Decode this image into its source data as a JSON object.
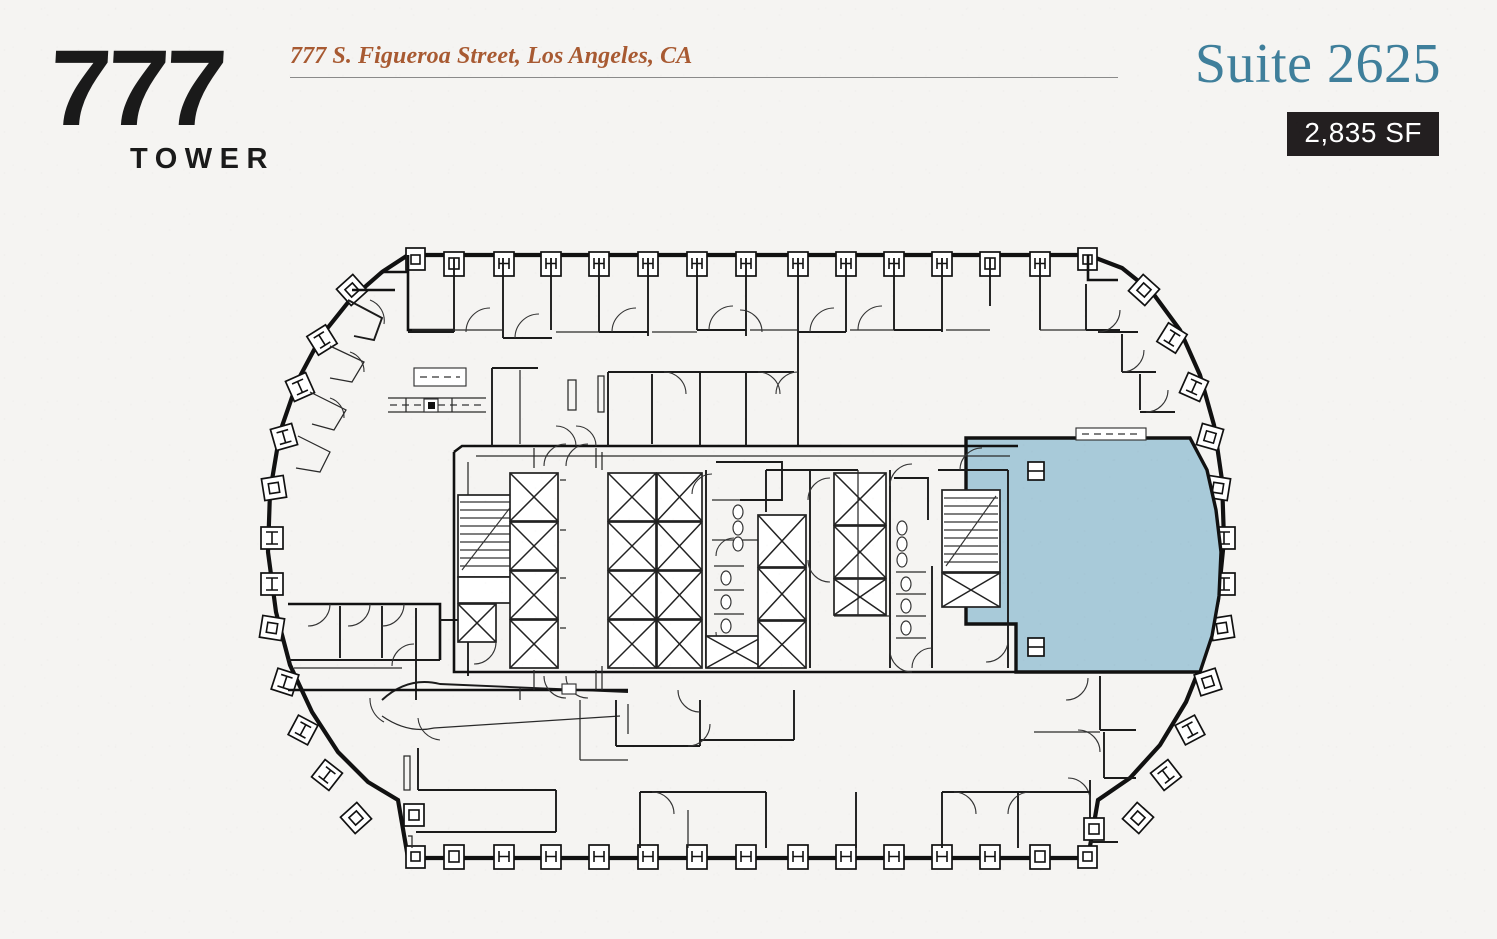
{
  "header": {
    "logo_number": "777",
    "logo_word": "TOWER",
    "address": "777 S. Figueroa Street, Los Angeles, CA",
    "suite_label": "Suite 2625",
    "area_label": "2,835 SF",
    "accent_color": "#3f7f9b",
    "address_color": "#a85a32",
    "badge_bg": "#231f20",
    "badge_text_color": "#ffffff"
  },
  "plan": {
    "title": "Floor plan — Level 26",
    "suite_fill_color": "#a8cad9",
    "suite_outline_color": "#111111",
    "background_color": "#f5f4f2",
    "highlighted_suite": "Suite 2625",
    "highlighted_area_sf": "2,835 SF",
    "highlight_position": "east side of floor plate",
    "floor_plate_shape": "rounded rectangle with faceted curved east and west ends",
    "core_elements": [
      "elevator bank west",
      "elevator bank center",
      "elevator bank east",
      "stair west",
      "stair east",
      "restroom north",
      "restroom south",
      "mechanical shafts",
      "electrical closets"
    ],
    "column_glyphs": [
      "H",
      "I",
      "square"
    ]
  }
}
